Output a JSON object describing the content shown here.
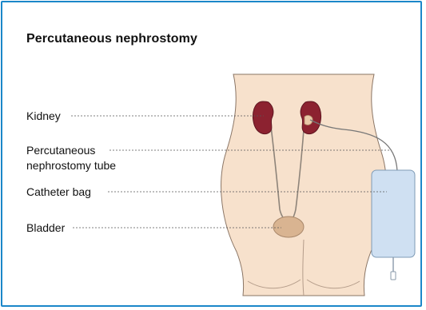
{
  "title": "Percutaneous nephrostomy",
  "labels": {
    "kidney": "Kidney",
    "tube_line1": "Percutaneous",
    "tube_line2": "nephrostomy tube",
    "catheter_bag": "Catheter bag",
    "bladder": "Bladder"
  },
  "colors": {
    "frame_border": "#1b87c9",
    "skin": "#f7e1cc",
    "skin_outline": "#8a7565",
    "kidney": "#8c2230",
    "bladder": "#d9b491",
    "bag": "#cfe0f2",
    "leader_line": "#555555"
  }
}
